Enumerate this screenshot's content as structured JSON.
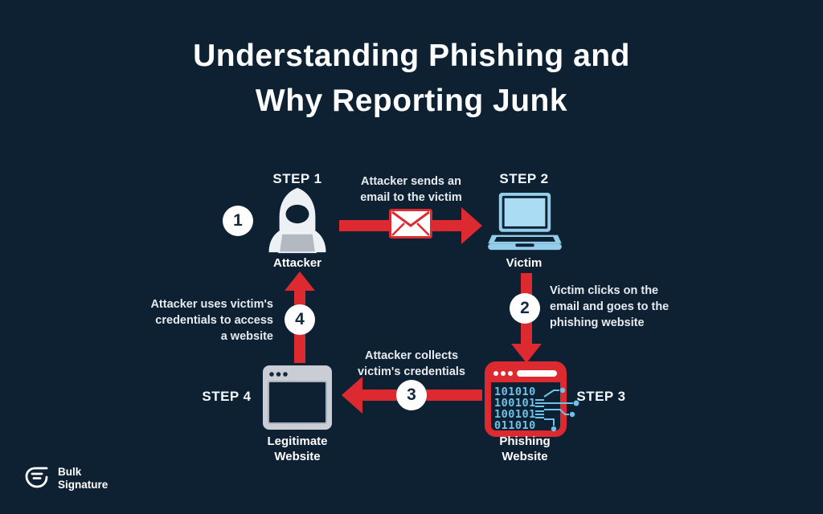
{
  "title": {
    "line1": "Understanding Phishing and",
    "line2": "Why Reporting Junk"
  },
  "steps": [
    {
      "step_label": "STEP 1",
      "node_label": "Attacker",
      "number": "1",
      "icon": "hooded-attacker-icon"
    },
    {
      "step_label": "STEP 2",
      "node_label": "Victim",
      "number": "2",
      "icon": "laptop-icon"
    },
    {
      "step_label": "STEP 3",
      "node_label": "Phishing\nWebsite",
      "number": "3",
      "icon": "phishing-browser-icon"
    },
    {
      "step_label": "STEP 4",
      "node_label": "Legitimate\nWebsite",
      "number": "4",
      "icon": "browser-window-icon"
    }
  ],
  "annotations": {
    "arrow1": "Attacker sends an\nemail to the victim",
    "arrow2": "Victim clicks on the\nemail and goes to the\nphishing website",
    "arrow3": "Attacker collects\nvictim's credentials",
    "arrow4": "Attacker uses victim's\ncredentials to access\na website"
  },
  "phishing_binary": {
    "row1": "101010",
    "row2": "100101",
    "row3": "100101",
    "row4": "011010"
  },
  "logo": {
    "line1": "Bulk",
    "line2": "Signature"
  },
  "colors": {
    "background": "#0e2133",
    "accent_red": "#dc2a30",
    "icon_light_blue": "#93cde9",
    "screen_blue": "#aadcf4",
    "binary_blue": "#6fc3e8",
    "icon_gray": "#c9ced6",
    "text_white": "#ffffff",
    "circle_number_navy": "#14293d"
  }
}
